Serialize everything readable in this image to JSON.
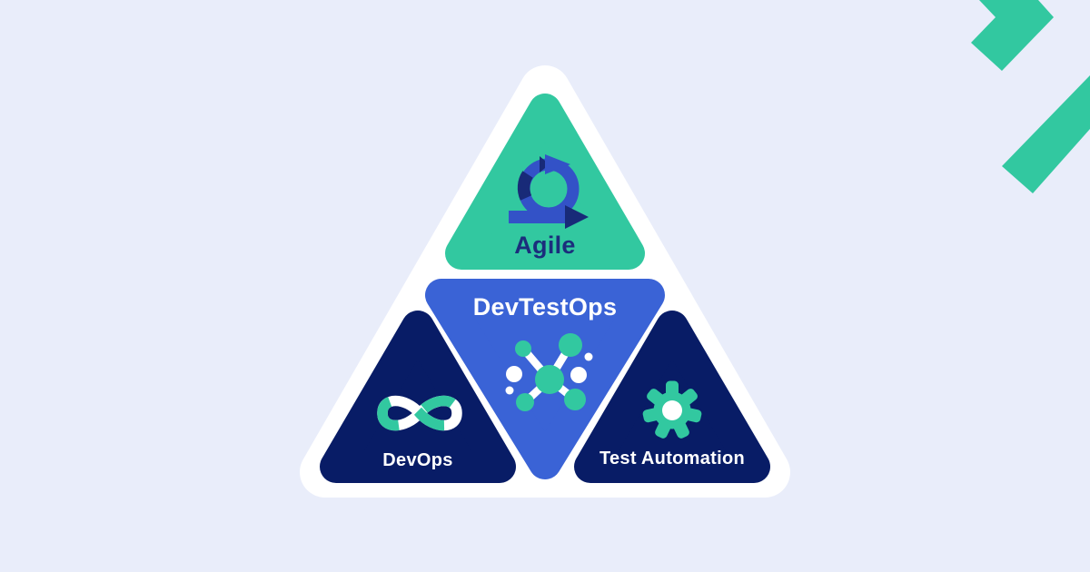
{
  "palette": {
    "background": "#e9edfa",
    "white": "#ffffff",
    "teal": "#32c8a0",
    "royal_blue": "#3a63d6",
    "navy": "#081c66",
    "icon_blue": "#3352c7",
    "icon_dark_navy": "#182a78",
    "agile_text": "#1b2d7c"
  },
  "diagram": {
    "top": {
      "label": "Agile",
      "icon": "agile-sprint-icon"
    },
    "center": {
      "label": "DevTestOps",
      "icon": "network-nodes-icon"
    },
    "left": {
      "label": "DevOps",
      "icon": "devops-infinity-icon"
    },
    "right": {
      "label": "Test Automation",
      "icon": "gear-icon"
    }
  },
  "decorations": {
    "top_right": [
      "chevron-arrow",
      "diagonal-stripe"
    ]
  }
}
